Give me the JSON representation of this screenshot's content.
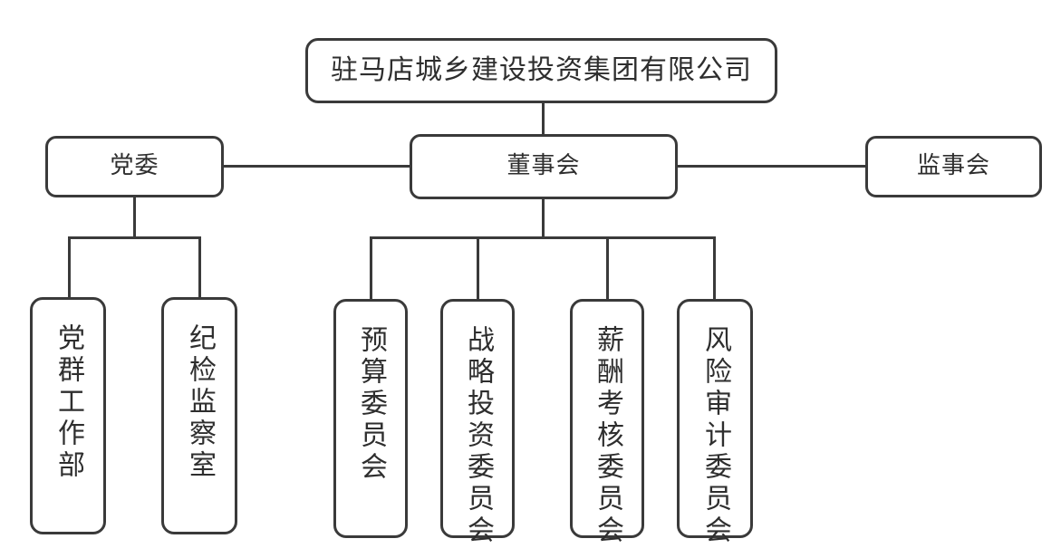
{
  "chart_data": {
    "type": "diagram",
    "diagram_kind": "organizational-chart",
    "title": "",
    "orientation": "top-down",
    "stroke_color": "#3a3a3a",
    "text_color": "#2e2e2e",
    "background_color": "#ffffff",
    "nodes": [
      {
        "id": "root",
        "label": "驻马店城乡建设投资集团有限公司",
        "level": 0,
        "text_direction": "horizontal"
      },
      {
        "id": "party",
        "label": "党委",
        "level": 1,
        "text_direction": "horizontal"
      },
      {
        "id": "board",
        "label": "董事会",
        "level": 1,
        "text_direction": "horizontal"
      },
      {
        "id": "sup",
        "label": "监事会",
        "level": 1,
        "text_direction": "horizontal"
      },
      {
        "id": "dept1",
        "label": "党群工作部",
        "level": 2,
        "text_direction": "vertical"
      },
      {
        "id": "dept2",
        "label": "纪检监察室",
        "level": 2,
        "text_direction": "vertical"
      },
      {
        "id": "cmt1",
        "label": "预算委员会",
        "level": 2,
        "text_direction": "vertical"
      },
      {
        "id": "cmt2",
        "label": "战略投资委员会",
        "level": 2,
        "text_direction": "vertical"
      },
      {
        "id": "cmt3",
        "label": "薪酬考核委员会",
        "level": 2,
        "text_direction": "vertical"
      },
      {
        "id": "cmt4",
        "label": "风险审计委员会",
        "level": 2,
        "text_direction": "vertical"
      }
    ],
    "edges": [
      {
        "from": "root",
        "to": "board"
      },
      {
        "from": "board",
        "to": "party"
      },
      {
        "from": "board",
        "to": "sup"
      },
      {
        "from": "party",
        "to": "dept1"
      },
      {
        "from": "party",
        "to": "dept2"
      },
      {
        "from": "board",
        "to": "cmt1"
      },
      {
        "from": "board",
        "to": "cmt2"
      },
      {
        "from": "board",
        "to": "cmt3"
      },
      {
        "from": "board",
        "to": "cmt4"
      }
    ]
  },
  "root": {
    "label": "驻马店城乡建设投资集团有限公司"
  },
  "level2": {
    "party": "党委",
    "board": "董事会",
    "supervisor": "监事会"
  },
  "party_children": [
    {
      "label": "党群工作部"
    },
    {
      "label": "纪检监察室"
    }
  ],
  "board_children": [
    {
      "label": "预算委员会"
    },
    {
      "label": "战略投资委员会"
    },
    {
      "label": "薪酬考核委员会"
    },
    {
      "label": "风险审计委员会"
    }
  ]
}
